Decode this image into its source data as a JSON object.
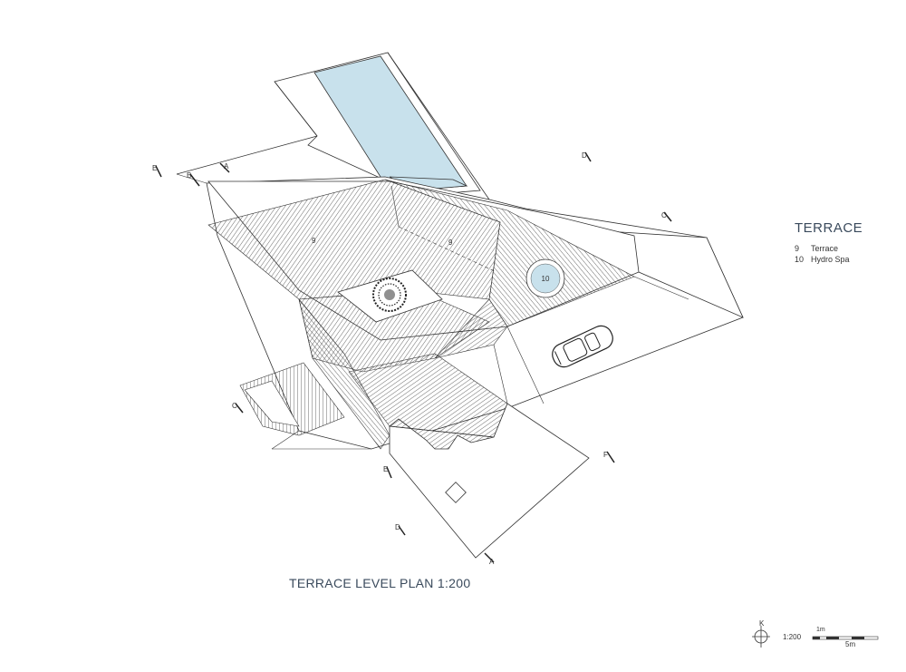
{
  "legend": {
    "title": "TERRACE",
    "items": [
      {
        "num": "9",
        "label": "Terrace"
      },
      {
        "num": "10",
        "label": "Hydro Spa"
      }
    ]
  },
  "plan_title": "TERRACE LEVEL PLAN 1:200",
  "spa_label": "10",
  "terrace_labels": [
    "9",
    "9"
  ],
  "section_markers": [
    "A",
    "A",
    "B",
    "C",
    "C",
    "D",
    "D",
    "E",
    "E",
    "F"
  ],
  "scale_bar": {
    "ratio": "1:200",
    "small": "1m",
    "large": "5m"
  },
  "north_label": "K",
  "colors": {
    "water": "#c8e1ec",
    "line": "#333333",
    "text": "#3a4a5c"
  }
}
